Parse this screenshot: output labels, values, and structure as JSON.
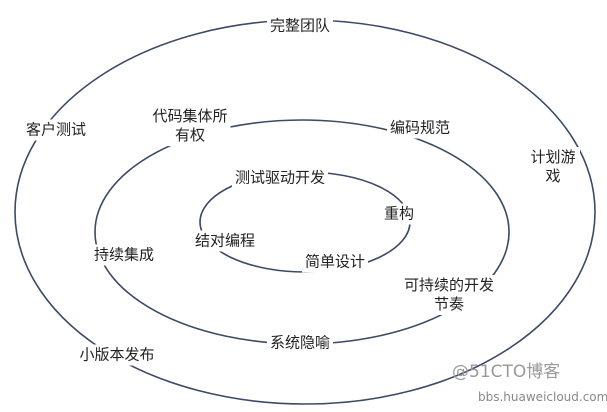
{
  "outer_ring": [
    "完整团队",
    "客户测试",
    "计划游戏",
    "小版本发布"
  ],
  "middle_ring": [
    "代码集体所\n有权",
    "编码规范",
    "持续集成",
    "可持续的开发\n节奏",
    "系统隐喻"
  ],
  "inner_ring": [
    "测试驱动开发",
    "重构",
    "结对编程",
    "简单设计"
  ],
  "watermark": {
    "primary": "@51CTO博客",
    "secondary": "bbs.huaweicloud.com"
  },
  "colors": {
    "line": "#3b4a66",
    "text": "#222222"
  }
}
